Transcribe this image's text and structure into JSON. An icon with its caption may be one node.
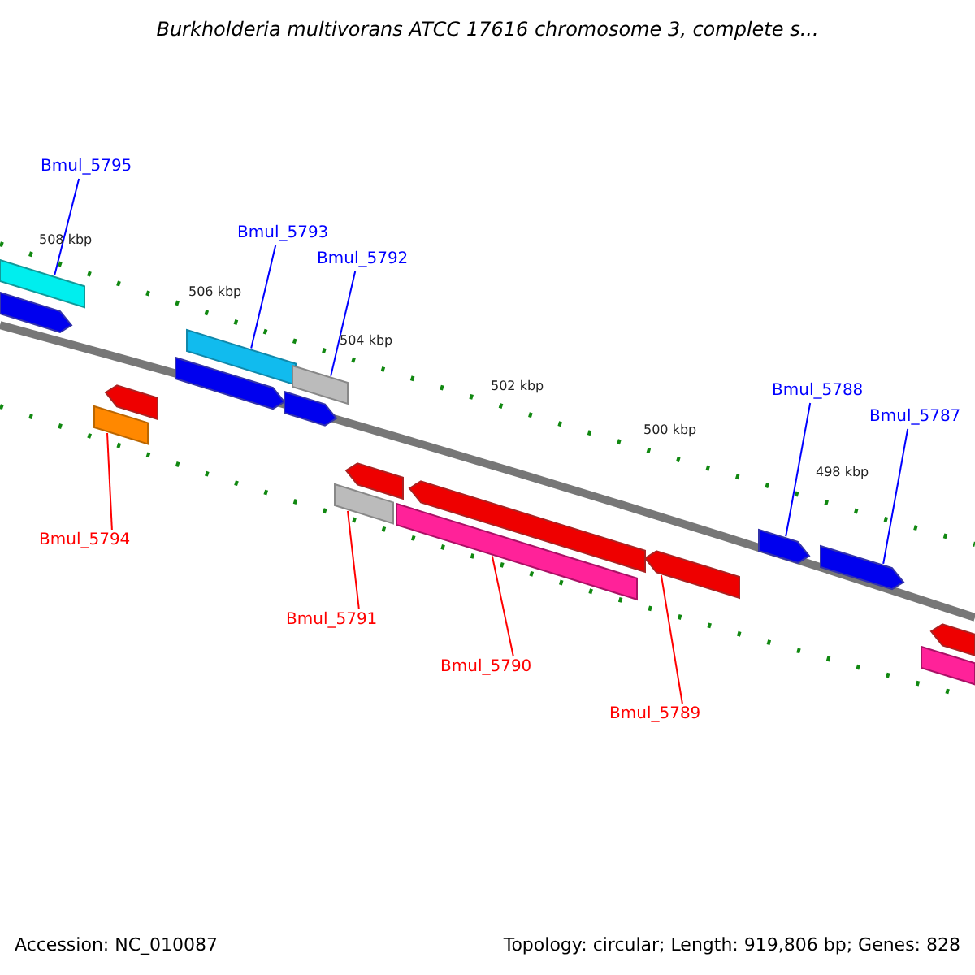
{
  "diagram": {
    "title": "Burkholderia multivorans ATCC 17616 chromosome 3, complete s...",
    "nodes": [
      {
        "text": [
          "Bmul_5795"
        ]
      },
      {
        "text": [
          "Bmul_5793"
        ]
      },
      {
        "text": [
          "Bmul_5792"
        ]
      },
      {
        "text": [
          "Bmul_5788"
        ]
      },
      {
        "text": [
          "Bmul_5787"
        ]
      },
      {
        "text": [
          "Bmul_5794"
        ]
      },
      {
        "text": [
          "Bmul_5791"
        ]
      },
      {
        "text": [
          "Bmul_5790"
        ]
      },
      {
        "text": [
          "Bmul_5789"
        ]
      },
      {
        "text": [],
        "shape": "bar"
      },
      {
        "text": [],
        "shape": "pentagon"
      },
      {
        "text": [],
        "shape": "bar"
      },
      {
        "text": [],
        "shape": "pentagon"
      },
      {
        "text": [],
        "shape": "pentagon"
      },
      {
        "text": [],
        "shape": "bar"
      },
      {
        "text": [],
        "shape": "pentagon"
      },
      {
        "text": [],
        "shape": "bar"
      },
      {
        "text": [],
        "shape": "bar"
      },
      {
        "text": [],
        "shape": "pentagon"
      },
      {
        "text": [],
        "shape": "bar"
      },
      {
        "text": [],
        "shape": "pentagon"
      },
      {
        "text": [],
        "shape": "pentagon"
      },
      {
        "text": [],
        "shape": "pentagon"
      },
      {
        "text": [],
        "shape": "pentagon"
      },
      {
        "text": [],
        "shape": "bar"
      },
      {
        "text": [],
        "shape": "pentagon"
      }
    ],
    "edges": [
      {
        "from": 0,
        "to": 9,
        "arrow": "none",
        "color": "#0000ff"
      },
      {
        "from": 1,
        "to": 14,
        "arrow": "none",
        "color": "#0000ff"
      },
      {
        "from": 2,
        "to": 16,
        "arrow": "none",
        "color": "#0000ff"
      },
      {
        "from": 3,
        "to": 22,
        "arrow": "none",
        "color": "#0000ff"
      },
      {
        "from": 4,
        "to": 23,
        "arrow": "none",
        "color": "#0000ff"
      },
      {
        "from": 5,
        "to": 11,
        "arrow": "none",
        "color": "#ff0000"
      },
      {
        "from": 6,
        "to": 17,
        "arrow": "none",
        "color": "#ff0000"
      },
      {
        "from": 7,
        "to": 19,
        "arrow": "none",
        "color": "#ff0000"
      },
      {
        "from": 8,
        "to": 21,
        "arrow": "none",
        "color": "#ff0000"
      }
    ],
    "labels": [
      "508 kbp",
      "506 kbp",
      "504 kbp",
      "502 kbp",
      "500 kbp",
      "498 kbp",
      "Accession: NC_010087",
      "Topology: circular; Length: 919,806 bp; Genes: 828"
    ]
  }
}
